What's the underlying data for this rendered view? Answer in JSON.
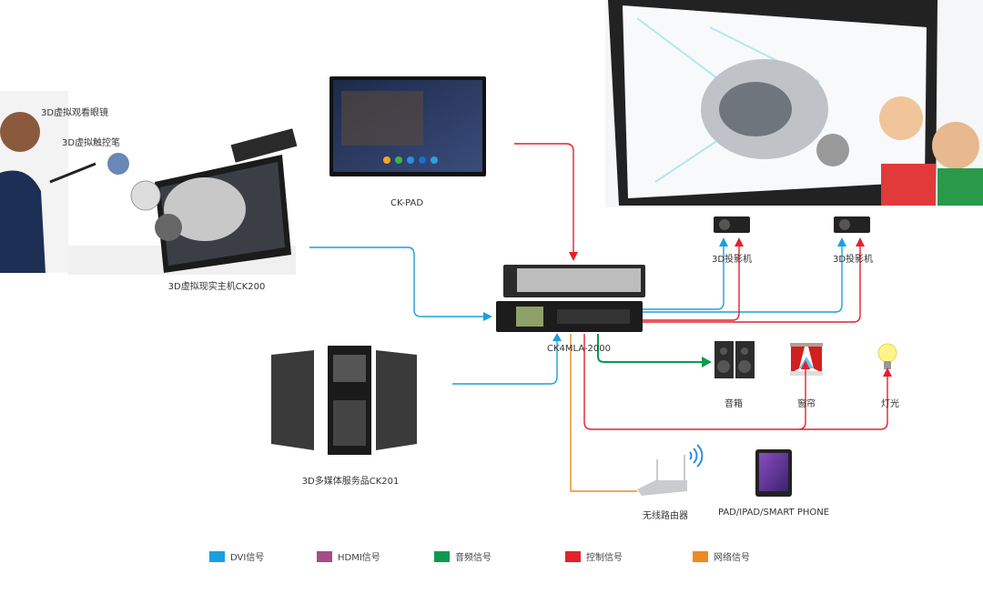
{
  "labels": {
    "glasses": "3D虚拟观看眼镜",
    "stylus": "3D虚拟触控笔",
    "host": "3D虚拟现实主机CK200",
    "pad": "CK-PAD",
    "matrix": "CK4MLA-2000",
    "projector1": "3D投影机",
    "projector2": "3D投影机",
    "speaker": "音箱",
    "curtain": "窗帘",
    "light": "灯光",
    "server": "3D多媒体服务品CK201",
    "router": "无线路由器",
    "mobile": "PAD/IPAD/SMART PHONE"
  },
  "legend": [
    {
      "label": "DVI信号",
      "color": "#1a9fe0"
    },
    {
      "label": "HDMI信号",
      "color": "#a64d86"
    },
    {
      "label": "音频信号",
      "color": "#0d9a4e"
    },
    {
      "label": "控制信号",
      "color": "#e3212d"
    },
    {
      "label": "网络信号",
      "color": "#ef8a22"
    }
  ]
}
